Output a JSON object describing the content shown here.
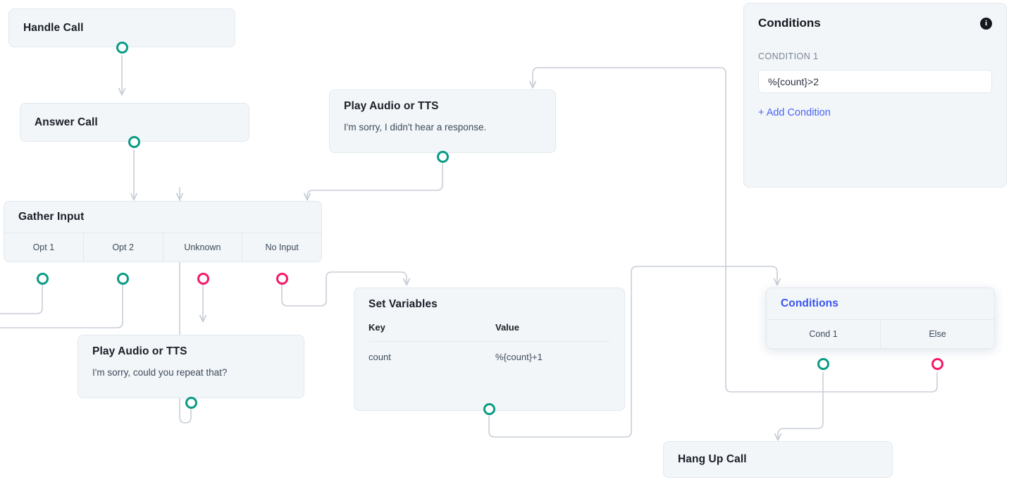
{
  "canvas": {
    "accent_green": "#089c84",
    "accent_pink": "#f4186a",
    "edge_color": "#c8cdd7",
    "node_bg": "#f2f6f9",
    "selected_title_color": "#3a53f0"
  },
  "nodes": {
    "handle_call": {
      "title": "Handle Call"
    },
    "answer_call": {
      "title": "Answer Call"
    },
    "gather_input": {
      "title": "Gather Input",
      "branches": [
        {
          "label": "Opt 1",
          "handle": "green"
        },
        {
          "label": "Opt 2",
          "handle": "green"
        },
        {
          "label": "Unknown",
          "handle": "pink"
        },
        {
          "label": "No Input",
          "handle": "pink"
        }
      ]
    },
    "play_audio_no_response": {
      "title": "Play Audio or TTS",
      "message": "I'm sorry, I didn't hear a response."
    },
    "play_audio_repeat": {
      "title": "Play Audio or TTS",
      "message": "I'm sorry, could you repeat that?"
    },
    "set_variables": {
      "title": "Set Variables",
      "columns": [
        "Key",
        "Value"
      ],
      "rows": [
        {
          "key": "count",
          "value": "%{count}+1"
        }
      ]
    },
    "conditions_node": {
      "title": "Conditions",
      "branches": [
        {
          "label": "Cond 1",
          "handle": "green"
        },
        {
          "label": "Else",
          "handle": "pink"
        }
      ]
    },
    "hang_up_call": {
      "title": "Hang Up Call"
    }
  },
  "panel": {
    "title": "Conditions",
    "info_icon": "info-icon",
    "condition_label": "CONDITION 1",
    "condition_value": "%{count}>2",
    "add_condition_label": "+ Add Condition"
  }
}
